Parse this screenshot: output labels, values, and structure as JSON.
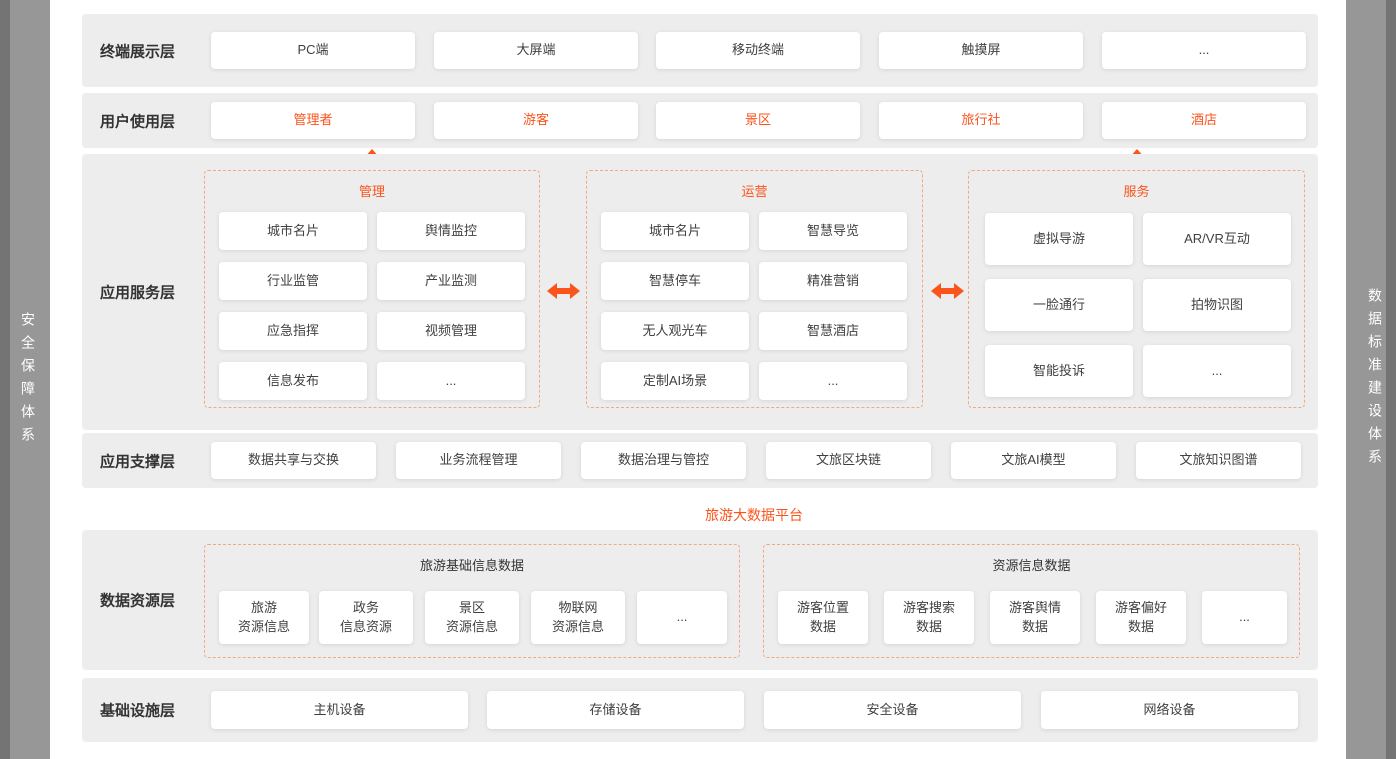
{
  "colors": {
    "accent": "#fa541c",
    "dashed_border": "#f0aa82",
    "row_background": "#ededed",
    "side_panel_background": "#979797"
  },
  "side_panels": {
    "left": "安全保障体系",
    "right": "数据标准建设体系"
  },
  "layers": {
    "terminal": {
      "label": "终端展示层",
      "cards": [
        "PC端",
        "大屏端",
        "移动终端",
        "触摸屏",
        "..."
      ]
    },
    "user": {
      "label": "用户使用层",
      "cards": [
        "管理者",
        "游客",
        "景区",
        "旅行社",
        "酒店"
      ]
    },
    "app_service": {
      "label": "应用服务层",
      "groups": [
        {
          "title": "管理",
          "cards": [
            "城市名片",
            "舆情监控",
            "行业监管",
            "产业监测",
            "应急指挥",
            "视频管理",
            "信息发布",
            "..."
          ]
        },
        {
          "title": "运营",
          "cards": [
            "城市名片",
            "智慧导览",
            "智慧停车",
            "精准营销",
            "无人观光车",
            "智慧酒店",
            "定制AI场景",
            "..."
          ]
        },
        {
          "title": "服务",
          "cards": [
            "虚拟导游",
            "AR/VR互动",
            "一脸通行",
            "拍物识图",
            "智能投诉",
            "..."
          ]
        }
      ]
    },
    "app_support": {
      "label": "应用支撑层",
      "cards": [
        "数据共享与交换",
        "业务流程管理",
        "数据治理与管控",
        "文旅区块链",
        "文旅AI模型",
        "文旅知识图谱"
      ]
    },
    "platform_label": "旅游大数据平台",
    "data_resource": {
      "label": "数据资源层",
      "groups": [
        {
          "title": "旅游基础信息数据",
          "cards": [
            "旅游\n资源信息",
            "政务\n信息资源",
            "景区\n资源信息",
            "物联网\n资源信息",
            "..."
          ]
        },
        {
          "title": "资源信息数据",
          "cards": [
            "游客位置\n数据",
            "游客搜索\n数据",
            "游客舆情\n数据",
            "游客偏好\n数据",
            "..."
          ]
        }
      ]
    },
    "infrastructure": {
      "label": "基础设施层",
      "cards": [
        "主机设备",
        "存储设备",
        "安全设备",
        "网络设备"
      ]
    }
  }
}
